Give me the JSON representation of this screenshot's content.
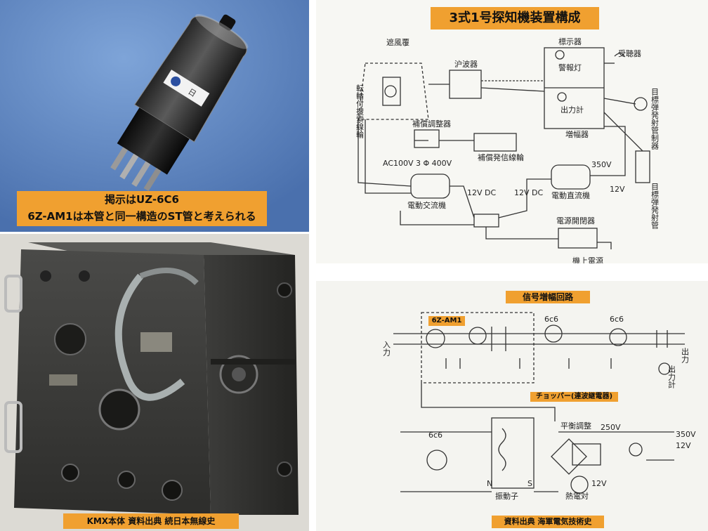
{
  "panels": {
    "tube_photo": {
      "caption_line1": "掲示はUZ-6C6",
      "caption_line2": "6Z-AM1は本管と同一構造のST管と考えられる",
      "label_text": "日",
      "colors": {
        "background": "#5c86c4",
        "caption_bg": "#f0a030"
      }
    },
    "device_photo": {
      "caption": "KMX本体 資料出典 続日本無線史"
    },
    "block_diagram": {
      "title": "3式1号探知機装置構成",
      "labels": {
        "rotating": "転輪付捜索線輪",
        "shield": "遮風覆",
        "filter": "沪波器",
        "comp_adj": "補償調整器",
        "comp_coil": "補償発信線輪",
        "indicator": "標示器",
        "warning_lamp": "警報灯",
        "output_meter": "出力計",
        "amplifier": "増幅器",
        "receiver": "受聴器",
        "target_launcher_ctrl": "目標弾発射管制器",
        "target_launcher": "目標弾発射管",
        "ac_power": "AC100V 3 Φ 400V",
        "motor_ac": "電動交流機",
        "motor_dc": "電動直流機",
        "v12dc_a": "12V DC",
        "v12dc_b": "12V DC",
        "v350": "350V",
        "v12": "12V",
        "power_switch": "電源開閉器",
        "aircraft_power": "機上電源"
      }
    },
    "circuit_diagram": {
      "title": "信号増幅回路",
      "source": "資料出典 海軍電気技術史",
      "labels": {
        "tube_6zam1": "6Z-AM1",
        "tube_6c6_a": "6c6",
        "tube_6c6_b": "6c6",
        "tube_6c6_c": "6c6",
        "input": "入力",
        "output": "出力",
        "output_meter": "出力計",
        "chopper": "チョッパー(連波継電器)",
        "balance": "平衡調整",
        "v250": "250V",
        "v350": "350V",
        "v12_a": "12V",
        "v12_b": "12V",
        "vibrator": "振動子",
        "thermocouple": "熱電対",
        "n": "N",
        "s": "S"
      }
    }
  }
}
